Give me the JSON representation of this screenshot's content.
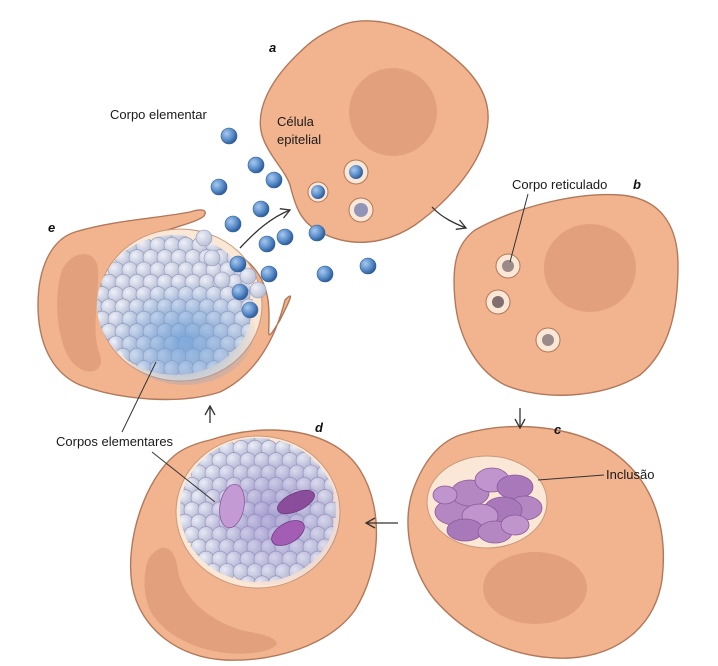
{
  "stages": {
    "a": "a",
    "b": "b",
    "c": "c",
    "d": "d",
    "e": "e"
  },
  "labels": {
    "elementary_body": "Corpo elementar",
    "epithelial_cell_line1": "Célula",
    "epithelial_cell_line2": "epitelial",
    "reticulate_body": "Corpo reticulado",
    "inclusion": "Inclusão",
    "elementary_bodies": "Corpos elementares"
  },
  "colors": {
    "cell_fill": "#f2b48f",
    "cell_stroke": "#b2785a",
    "nucleus": "#e3a07c",
    "vacuole": "#fbe7d5",
    "eb_blue": "#5b8fcb",
    "eb_grey": "#c9cfe3",
    "rb_purple": "#a876b8",
    "rb_dark": "#8a4d9c"
  }
}
